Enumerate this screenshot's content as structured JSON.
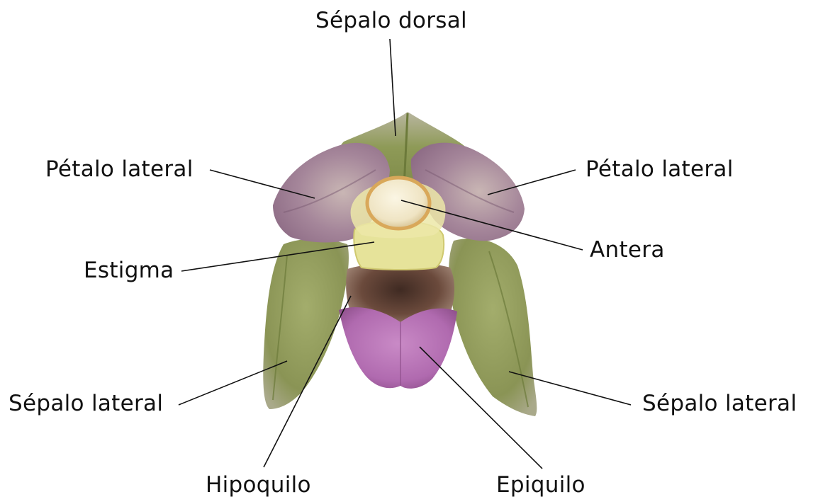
{
  "labels": {
    "sepalo_dorsal": "Sépalo dorsal",
    "petalo_lateral_left": "Pétalo lateral",
    "petalo_lateral_right": "Pétalo lateral",
    "estigma": "Estigma",
    "antera": "Antera",
    "sepalo_lateral_left": "Sépalo lateral",
    "sepalo_lateral_right": "Sépalo lateral",
    "hipoquilo": "Hipoquilo",
    "epiquilo": "Epiquilo"
  },
  "colors": {
    "background": "#ffffff",
    "text": "#111111",
    "leader_line": "#111111",
    "sepal_green": "#8f9a5a",
    "sepal_green_dark": "#6f7a3e",
    "petal_purple": "#9c7a8e",
    "lip_magenta": "#b06aaf",
    "lip_dark": "#5a3a30",
    "column_yellow": "#e8e49a",
    "anther_cream": "#f3ecd2",
    "anther_orange": "#d9a85a"
  }
}
